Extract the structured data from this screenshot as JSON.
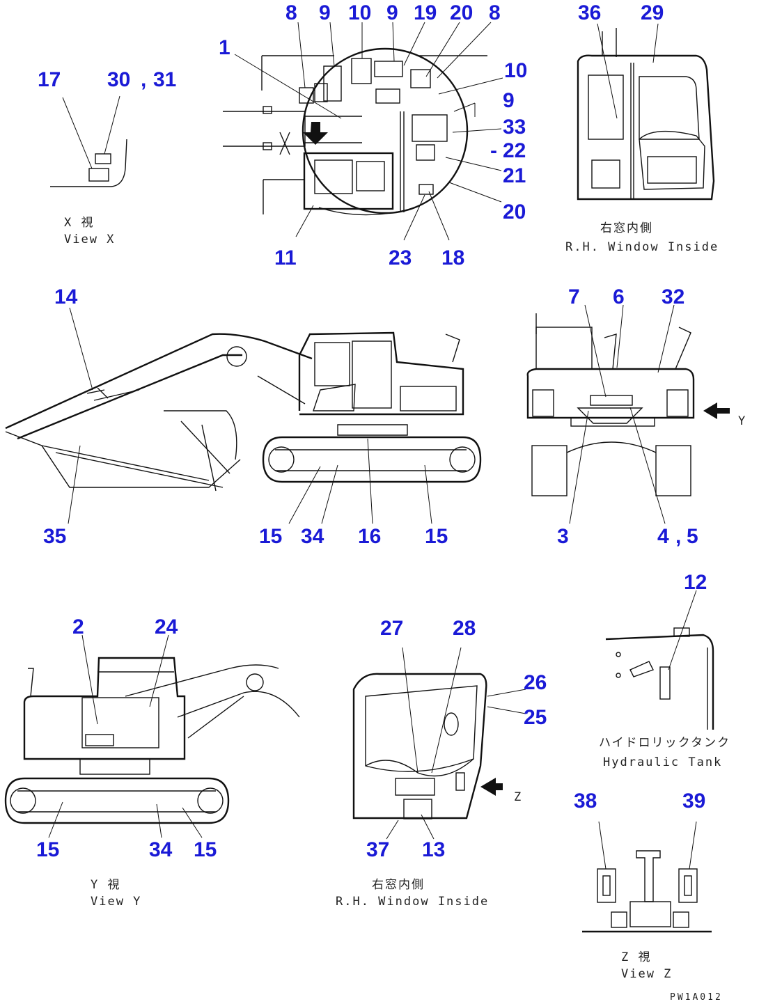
{
  "views": {
    "view_x": {
      "caption_jp": "X 視",
      "caption_en": "View X",
      "labels": [
        "17",
        "30",
        "31"
      ],
      "sep": ","
    },
    "top_view": {
      "labels": [
        "8",
        "9",
        "10",
        "9",
        "19",
        "20",
        "8",
        "1",
        "10",
        "9",
        "33",
        "22",
        "21",
        "20",
        "11",
        "23",
        "18"
      ],
      "dash": "-"
    },
    "rh_window_top": {
      "caption_jp": "右窓内側",
      "caption_en": "R.H. Window Inside",
      "labels": [
        "36",
        "29"
      ]
    },
    "side_view": {
      "labels": [
        "14",
        "35",
        "15",
        "34",
        "16",
        "15"
      ]
    },
    "rear_view": {
      "labels": [
        "7",
        "6",
        "32",
        "3",
        "4",
        "5"
      ],
      "sep": ",",
      "arrow_label": "Y"
    },
    "view_y": {
      "caption_jp": "Y 視",
      "caption_en": "View Y",
      "labels": [
        "2",
        "24",
        "15",
        "34",
        "15"
      ]
    },
    "rh_window_bottom": {
      "caption_jp": "右窓内側",
      "caption_en": "R.H. Window Inside",
      "labels": [
        "27",
        "28",
        "26",
        "25",
        "37",
        "13"
      ],
      "arrow_label": "Z"
    },
    "hydraulic_tank": {
      "caption_jp": "ハイドロリックタンク",
      "caption_en": "Hydraulic Tank",
      "labels": [
        "12"
      ]
    },
    "view_z": {
      "caption_jp": "Z 視",
      "caption_en": "View Z",
      "labels": [
        "38",
        "39"
      ]
    }
  },
  "drawing_code": "PW1A012"
}
